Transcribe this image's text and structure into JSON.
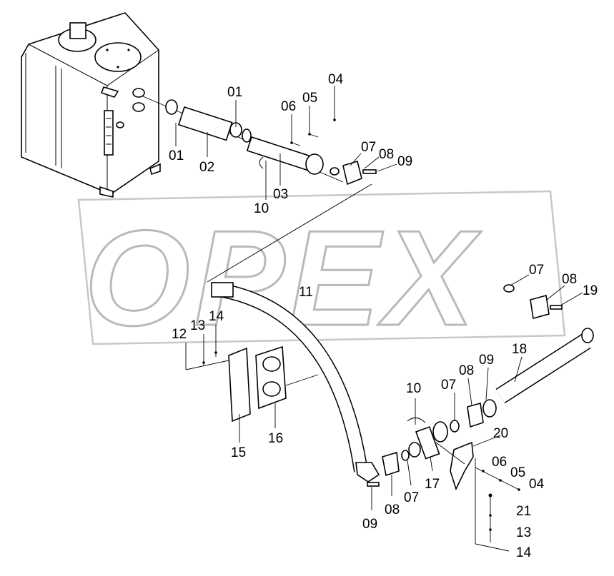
{
  "watermark": {
    "text": "OPEX"
  },
  "callouts": [
    {
      "id": "c01a",
      "text": "01"
    },
    {
      "id": "c01b",
      "text": "01"
    },
    {
      "id": "c02",
      "text": "02"
    },
    {
      "id": "c03",
      "text": "03"
    },
    {
      "id": "c04a",
      "text": "04"
    },
    {
      "id": "c05a",
      "text": "05"
    },
    {
      "id": "c06a",
      "text": "06"
    },
    {
      "id": "c07a",
      "text": "07"
    },
    {
      "id": "c08a",
      "text": "08"
    },
    {
      "id": "c09a",
      "text": "09"
    },
    {
      "id": "c10a",
      "text": "10"
    },
    {
      "id": "c11",
      "text": "11"
    },
    {
      "id": "c12",
      "text": "12"
    },
    {
      "id": "c13a",
      "text": "13"
    },
    {
      "id": "c14a",
      "text": "14"
    },
    {
      "id": "c15",
      "text": "15"
    },
    {
      "id": "c16",
      "text": "16"
    },
    {
      "id": "c07b",
      "text": "07"
    },
    {
      "id": "c08b",
      "text": "08"
    },
    {
      "id": "c19",
      "text": "19"
    },
    {
      "id": "c18",
      "text": "18"
    },
    {
      "id": "c10b",
      "text": "10"
    },
    {
      "id": "c07c",
      "text": "07"
    },
    {
      "id": "c08c",
      "text": "08"
    },
    {
      "id": "c09b",
      "text": "09"
    },
    {
      "id": "c20",
      "text": "20"
    },
    {
      "id": "c06b",
      "text": "06"
    },
    {
      "id": "c05b",
      "text": "05"
    },
    {
      "id": "c04b",
      "text": "04"
    },
    {
      "id": "c17",
      "text": "17"
    },
    {
      "id": "c07d",
      "text": "07"
    },
    {
      "id": "c08d",
      "text": "08"
    },
    {
      "id": "c09c",
      "text": "09"
    },
    {
      "id": "c21",
      "text": "21"
    },
    {
      "id": "c13b",
      "text": "13"
    },
    {
      "id": "c14b",
      "text": "14"
    }
  ]
}
